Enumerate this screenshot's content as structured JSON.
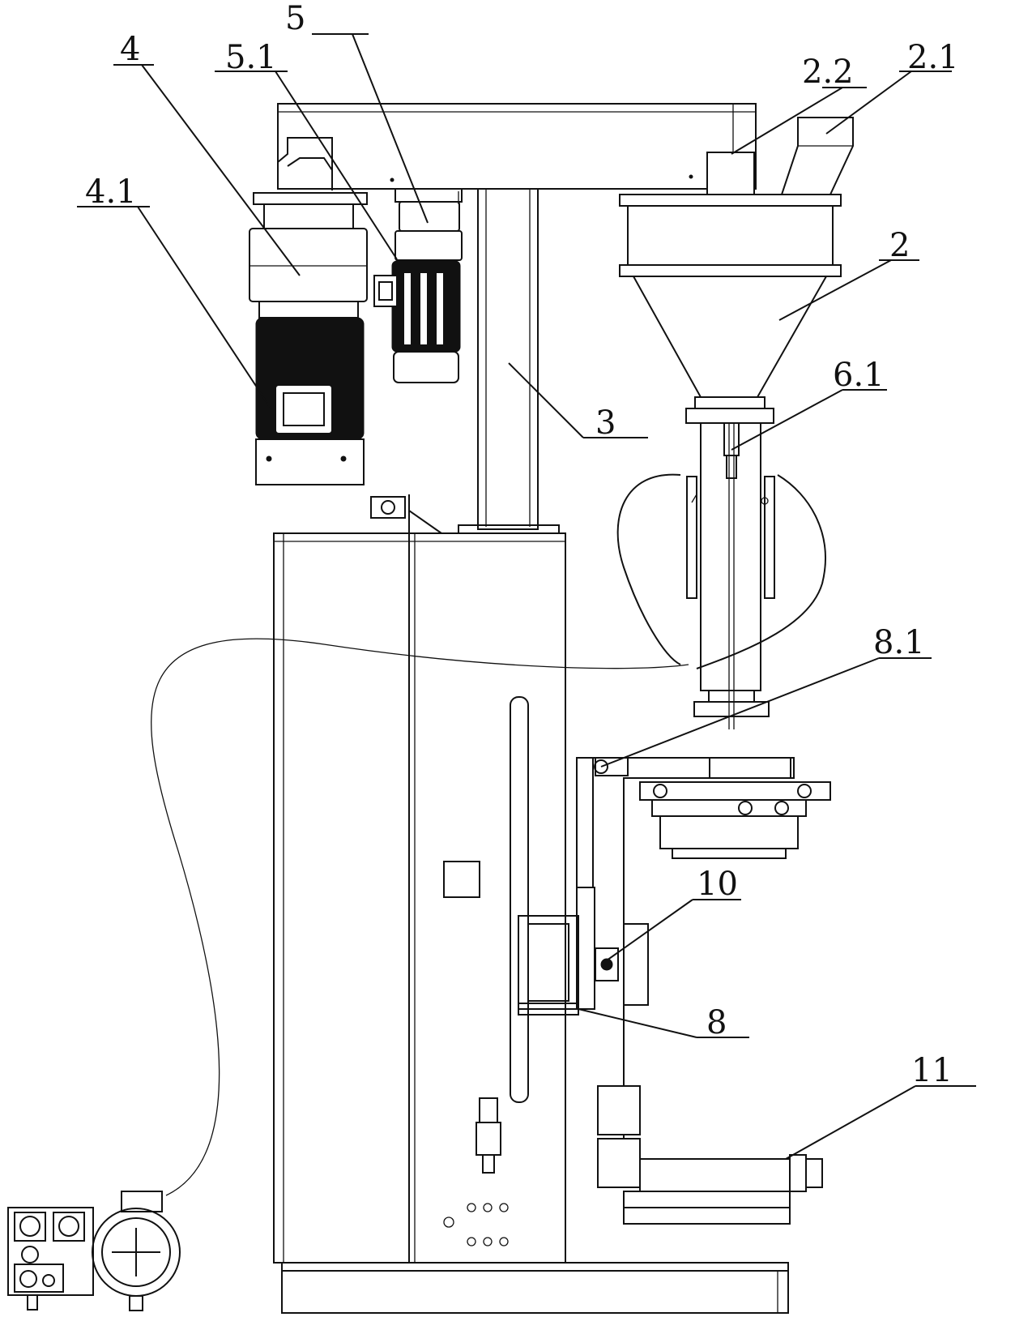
{
  "labels": {
    "l5": "5",
    "l4": "4",
    "l51": "5.1",
    "l22": "2.2",
    "l21": "2.1",
    "l41": "4.1",
    "l2": "2",
    "l61": "6.1",
    "l3": "3",
    "l81": "8.1",
    "l10": "10",
    "l8": "8",
    "l11": "11"
  }
}
